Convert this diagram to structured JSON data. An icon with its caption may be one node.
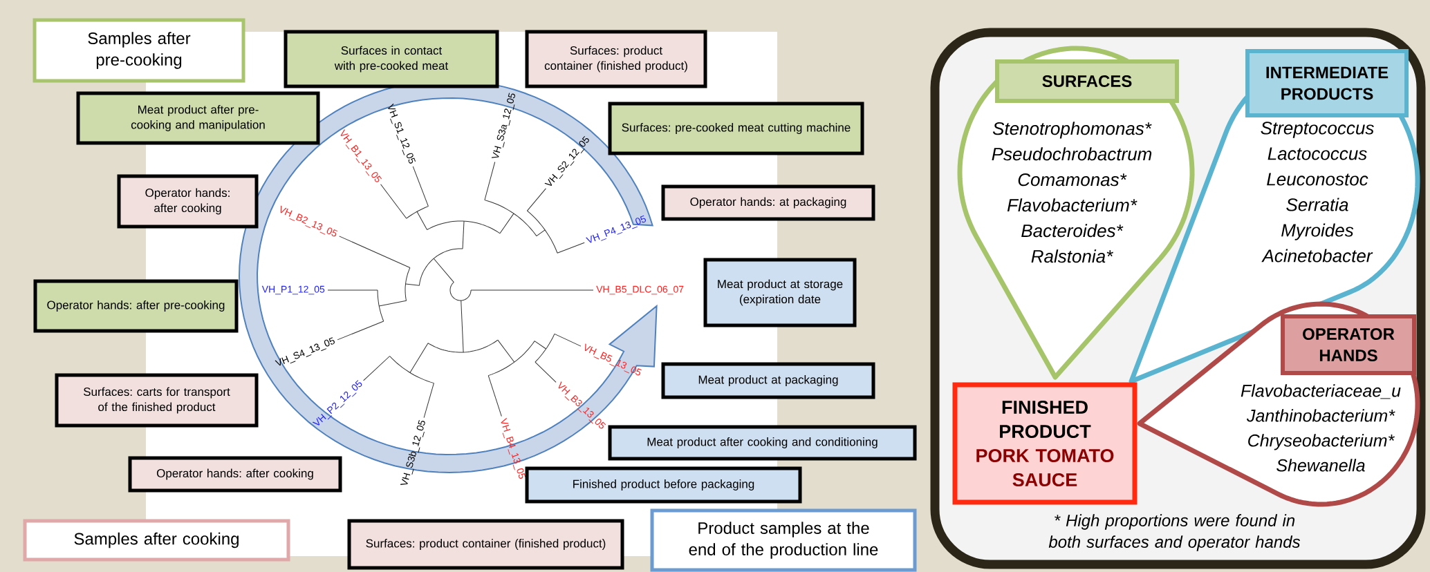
{
  "diagram": {
    "nodes": [
      {
        "text": [
          "Samples after pre-cooking"
        ]
      },
      {
        "text": [
          "Surfaces in contact with pre-cooked meat"
        ]
      },
      {
        "text": [
          "Surfaces: product container (finished product)"
        ]
      },
      {
        "text": [
          "Meat product after pre-cooking and manipulation"
        ]
      },
      {
        "text": [
          "Surfaces: pre-cooked meat cutting machine"
        ]
      },
      {
        "text": [
          "Operator hands: after cooking"
        ]
      },
      {
        "text": [
          "Operator hands: at packaging"
        ]
      },
      {
        "text": [
          "Operator hands: after pre-cooking"
        ]
      },
      {
        "text": [
          "Meat product at storage (expiration date"
        ]
      },
      {
        "text": [
          "Surfaces: carts for transport of the finished product"
        ]
      },
      {
        "text": [
          "Meat product at packaging"
        ]
      },
      {
        "text": [
          "Meat product after cooking and conditioning"
        ]
      },
      {
        "text": [
          "Operator hands: after cooking"
        ]
      },
      {
        "text": [
          "Finished product before packaging"
        ]
      },
      {
        "text": [
          "Samples after cooking"
        ]
      },
      {
        "text": [
          "Surfaces: product container (finished product)"
        ]
      },
      {
        "text": [
          "Product samples at the end of the production line"
        ]
      },
      {
        "text": [
          "* High proportions were found in both surfaces and operator hands"
        ]
      },
      {
        "text": [
          "SURFACES",
          "Stenotrophomonas* Pseudochrobactrum Comamonas* Flavobacterium* Bacteroides* Ralstonia*"
        ],
        "in": 17
      },
      {
        "text": [
          "INTERMEDIATE PRODUCTS",
          "Streptococcus Lactococcus Leuconostoc Serratia Myroides Acinetobacter"
        ],
        "in": 17
      },
      {
        "text": [
          "OPERATOR HANDS",
          "Flavobacteriaceae_u Janthinobacterium* Chryseobacterium* Shewanella"
        ],
        "in": 17
      },
      {
        "text": [
          "FINISHED PRODUCT",
          "PORK TOMATO SAUCE"
        ],
        "in": 17
      }
    ],
    "labels": [
      "VH_S1_12_05",
      "VH_S3a_12_05",
      "VH_B1_13_05",
      "VH_S2_12_05",
      "VH_B2_13_05",
      "VH_P4_13_05",
      "VH_P1_12_05",
      "VH_B5_DLC_06_07",
      "VH_S4_13_05",
      "VH_B5_13_05",
      "VH_P2_12_05",
      "VH_B3_13_05",
      "VH_S3b_12_05",
      "VH_B4_13_05"
    ]
  }
}
